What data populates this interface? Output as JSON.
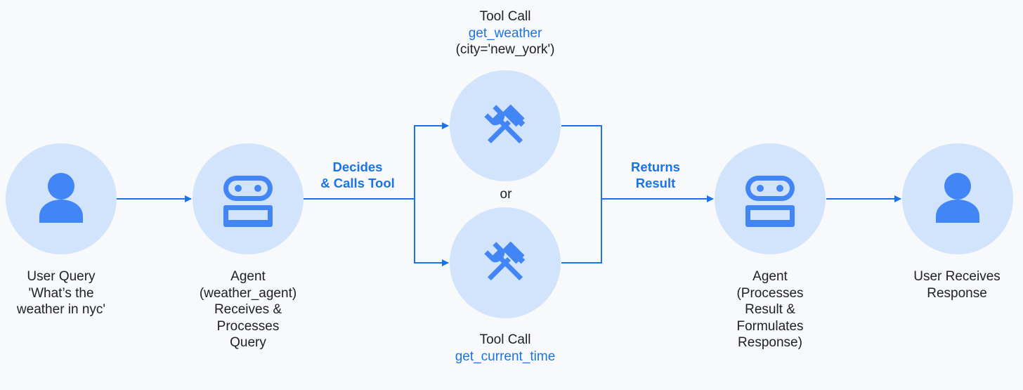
{
  "colors": {
    "background": "#f8f9fa",
    "node_fill": "#d2e3fc",
    "accent": "#1a73e8",
    "icon": "#4285f4",
    "text": "#202124"
  },
  "nodes": {
    "user_query": {
      "icon": "person-icon",
      "lines": [
        "User Query",
        "'What’s the",
        "weather in nyc'"
      ]
    },
    "agent_receives": {
      "icon": "robot-icon",
      "lines": [
        "Agent",
        "(weather_agent)",
        "Receives &",
        "Processes",
        "Query"
      ]
    },
    "tool_weather": {
      "icon": "tools-icon",
      "prefix": "Tool Call",
      "function": "get_weather",
      "args": "(city='new_york')"
    },
    "tool_time": {
      "icon": "tools-icon",
      "prefix": "Tool Call",
      "function": "get_current_time"
    },
    "agent_processes": {
      "icon": "robot-icon",
      "lines": [
        "Agent",
        "(Processes",
        "Result &",
        "Formulates",
        "Response)"
      ]
    },
    "user_receives": {
      "icon": "person-icon",
      "lines": [
        "User Receives",
        "Response"
      ]
    }
  },
  "edges": {
    "decides": [
      "Decides",
      "& Calls Tool"
    ],
    "returns": [
      "Returns",
      "Result"
    ],
    "or": "or"
  }
}
